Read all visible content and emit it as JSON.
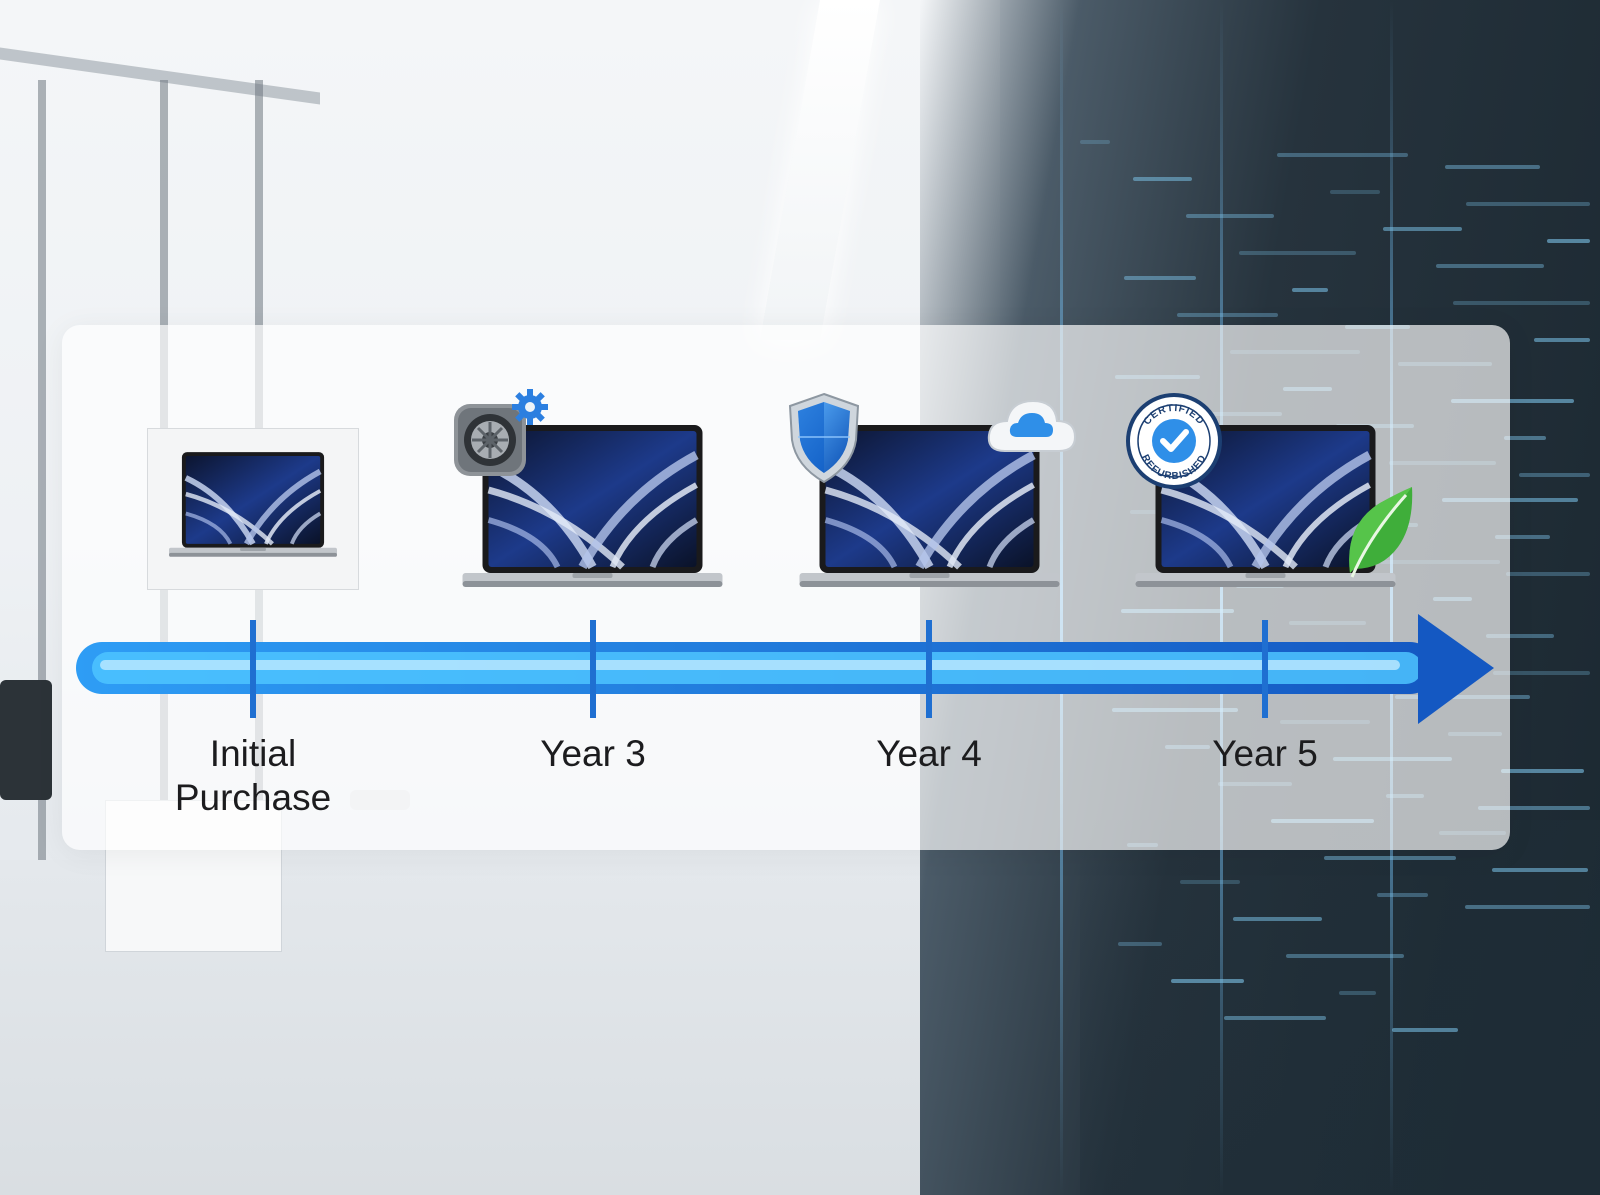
{
  "timeline": {
    "stages": [
      {
        "label": "Initial Purchase",
        "icons": [
          "laptop-box-icon"
        ]
      },
      {
        "label": "Year 3",
        "icons": [
          "system-settings-icon",
          "gear-icon"
        ]
      },
      {
        "label": "Year 4",
        "icons": [
          "security-shield-icon",
          "cloud-icon"
        ]
      },
      {
        "label": "Year 5",
        "icons": [
          "certified-badge-icon",
          "leaf-icon"
        ]
      }
    ],
    "badge": {
      "top_text": "CERTIFIED",
      "bottom_text": "REFURBISHED"
    }
  },
  "colors": {
    "arrow_blue": "#1f6fd1",
    "arrow_light": "#55c8ff",
    "leaf_green": "#3fae3a",
    "cloud_blue": "#2f8fe8"
  }
}
